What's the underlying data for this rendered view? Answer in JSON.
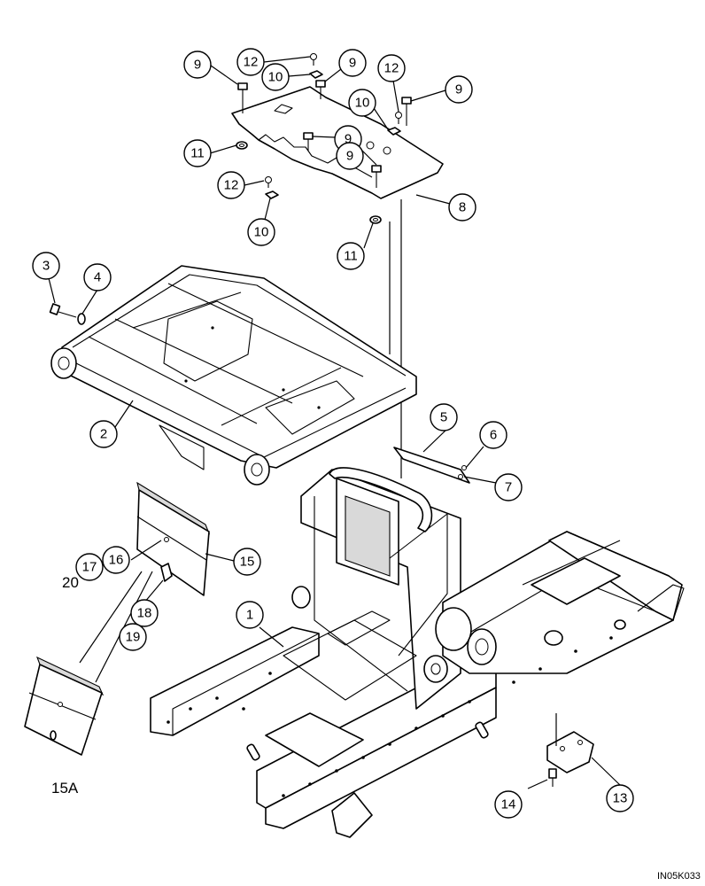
{
  "callouts": [
    {
      "id": "callout-9-a",
      "label": "9"
    },
    {
      "id": "callout-12-a",
      "label": "12"
    },
    {
      "id": "callout-10-a",
      "label": "10"
    },
    {
      "id": "callout-9-b",
      "label": "9"
    },
    {
      "id": "callout-12-b",
      "label": "12"
    },
    {
      "id": "callout-9-c",
      "label": "9"
    },
    {
      "id": "callout-10-b",
      "label": "10"
    },
    {
      "id": "callout-11-a",
      "label": "11"
    },
    {
      "id": "callout-9-d",
      "label": "9"
    },
    {
      "id": "callout-9-e",
      "label": "9"
    },
    {
      "id": "callout-12-c",
      "label": "12"
    },
    {
      "id": "callout-8",
      "label": "8"
    },
    {
      "id": "callout-10-c",
      "label": "10"
    },
    {
      "id": "callout-11-b",
      "label": "11"
    },
    {
      "id": "callout-3",
      "label": "3"
    },
    {
      "id": "callout-4",
      "label": "4"
    },
    {
      "id": "callout-2",
      "label": "2"
    },
    {
      "id": "callout-5",
      "label": "5"
    },
    {
      "id": "callout-6",
      "label": "6"
    },
    {
      "id": "callout-7",
      "label": "7"
    },
    {
      "id": "callout-17",
      "label": "17"
    },
    {
      "id": "callout-16",
      "label": "16"
    },
    {
      "id": "callout-15",
      "label": "15"
    },
    {
      "id": "callout-18",
      "label": "18"
    },
    {
      "id": "callout-19",
      "label": "19"
    },
    {
      "id": "callout-1",
      "label": "1"
    },
    {
      "id": "callout-14",
      "label": "14"
    },
    {
      "id": "callout-13",
      "label": "13"
    }
  ],
  "labels": {
    "item_20": "20",
    "item_15a": "15A",
    "reference_code": "IN05K033"
  }
}
